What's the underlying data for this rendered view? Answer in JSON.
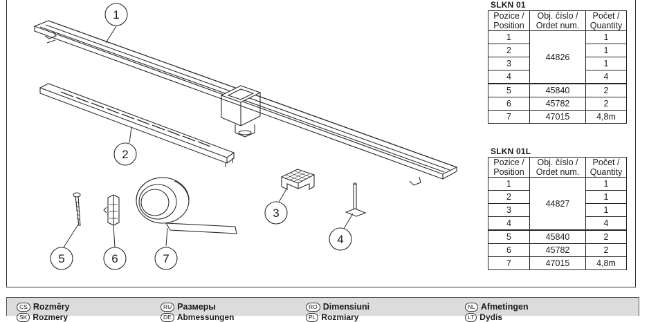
{
  "callouts": [
    "1",
    "2",
    "3",
    "4",
    "5",
    "6",
    "7"
  ],
  "tables": [
    {
      "title": "SLKN 01",
      "headers": [
        [
          "Pozice /",
          "Position"
        ],
        [
          "Obj. číslo /",
          "Ordet num."
        ],
        [
          "Počet /",
          "Quantity"
        ]
      ],
      "rows": [
        {
          "pos": "1",
          "qty": "1"
        },
        {
          "pos": "2",
          "qty": "1"
        },
        {
          "pos": "3",
          "qty": "1"
        },
        {
          "pos": "4",
          "qty": "4"
        },
        {
          "pos": "5",
          "num": "45840",
          "qty": "2"
        },
        {
          "pos": "6",
          "num": "45782",
          "qty": "2"
        },
        {
          "pos": "7",
          "num": "47015",
          "qty": "4,8m"
        }
      ],
      "group_num": "44826"
    },
    {
      "title": "SLKN 01L",
      "headers": [
        [
          "Pozice /",
          "Position"
        ],
        [
          "Obj. číslo /",
          "Ordet num."
        ],
        [
          "Počet /",
          "Quantity"
        ]
      ],
      "rows": [
        {
          "pos": "1",
          "qty": "1"
        },
        {
          "pos": "2",
          "qty": "1"
        },
        {
          "pos": "3",
          "qty": "1"
        },
        {
          "pos": "4",
          "qty": "4"
        },
        {
          "pos": "5",
          "num": "45840",
          "qty": "2"
        },
        {
          "pos": "6",
          "num": "45782",
          "qty": "2"
        },
        {
          "pos": "7",
          "num": "47015",
          "qty": "4,8m"
        }
      ],
      "group_num": "44827"
    }
  ],
  "languages": [
    {
      "code": "CS",
      "label": "Rozměry"
    },
    {
      "code": "RU",
      "label": "Размеры"
    },
    {
      "code": "RO",
      "label": "Dimensiuni"
    },
    {
      "code": "NL",
      "label": "Afmetingen"
    }
  ],
  "languages_row2": [
    {
      "code": "SK",
      "label": "Rozmery"
    },
    {
      "code": "DE",
      "label": "Abmessungen"
    },
    {
      "code": "PL",
      "label": "Rozmiary"
    },
    {
      "code": "LT",
      "label": "Dydis"
    }
  ]
}
